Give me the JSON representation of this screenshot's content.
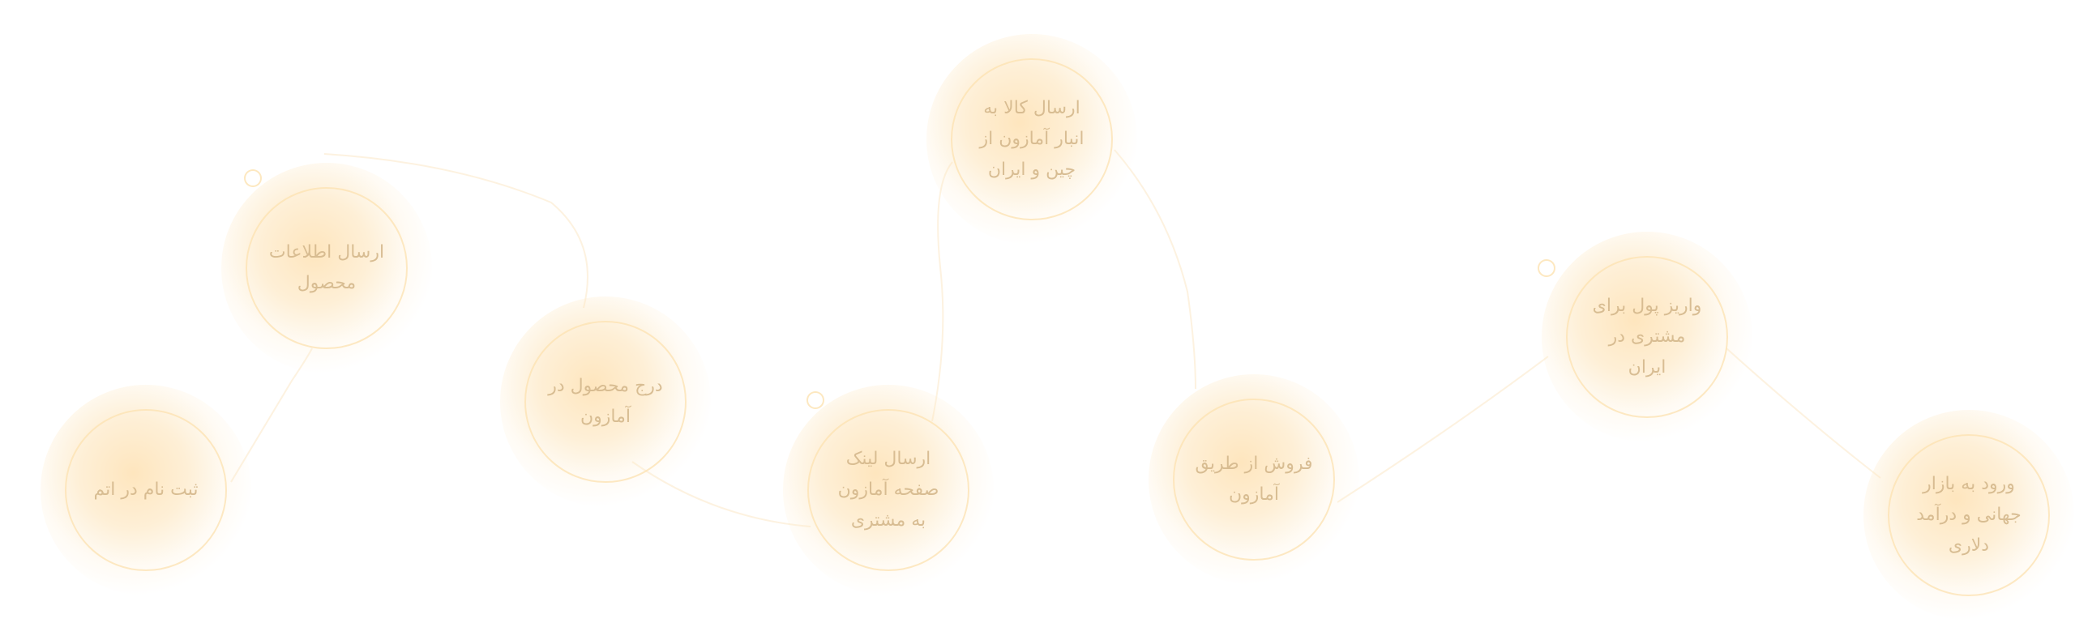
{
  "diagram": {
    "accent_color": "#fcd493",
    "text_color": "#d4b88c",
    "steps": [
      {
        "label": "ثبت نام در اتم"
      },
      {
        "label": "ارسال اطلاعات محصول"
      },
      {
        "label": "درج محصول در آمازون"
      },
      {
        "label": "ارسال لینک صفحه آمازون به مشتری"
      },
      {
        "label": "ارسال کالا به انبار آمازون از چین و ایران"
      },
      {
        "label": "فروش از طریق آمازون"
      },
      {
        "label": "واریز پول برای مشتری در ایران"
      },
      {
        "label": "ورود به بازار جهانی و درآمد دلاری"
      }
    ]
  }
}
